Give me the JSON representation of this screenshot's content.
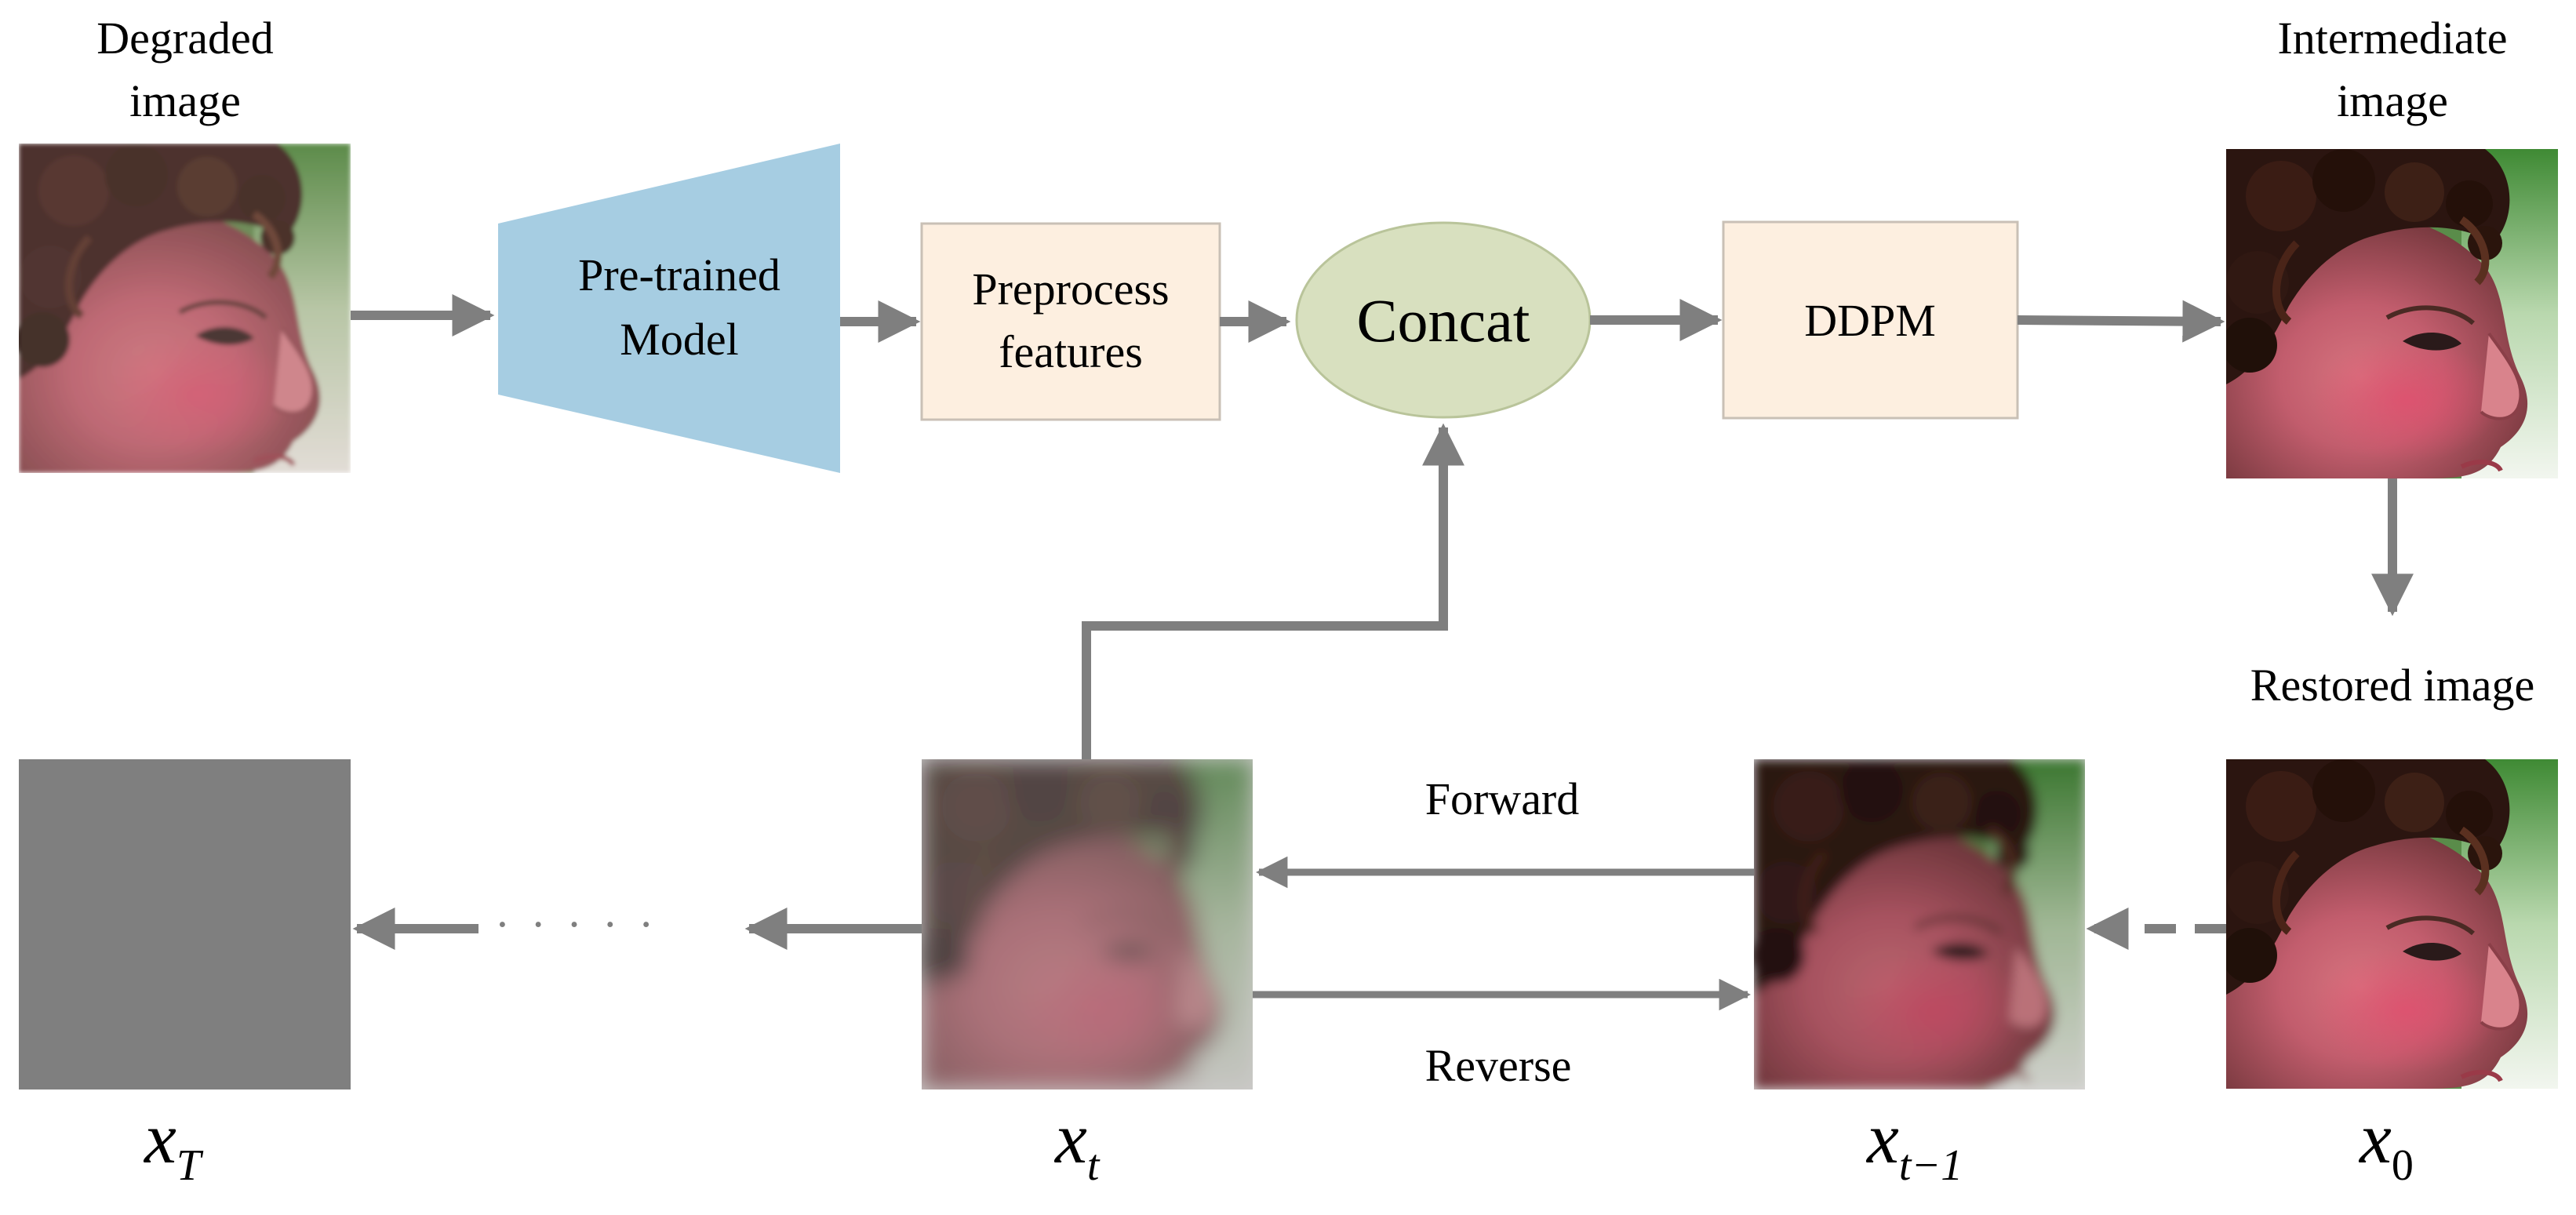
{
  "labels": {
    "degraded_line1": "Degraded",
    "degraded_line2": "image",
    "intermediate_line1": "Intermediate",
    "intermediate_line2": "image",
    "restored": "Restored image",
    "model_line1": "Pre-trained",
    "model_line2": "Model",
    "preprocess_line1": "Preprocess",
    "preprocess_line2": "features",
    "concat": "Concat",
    "ddpm": "DDPM",
    "forward": "Forward",
    "reverse": "Reverse",
    "ellipsis": "· · · · ·"
  },
  "variables": {
    "xT": {
      "base": "x",
      "sub": "T"
    },
    "xt": {
      "base": "x",
      "sub": "t"
    },
    "xt1": {
      "base": "x",
      "sub": "t−1"
    },
    "x0": {
      "base": "x",
      "sub": "0"
    }
  },
  "colors": {
    "arrow": "#7f7f7f",
    "model_fill": "#a6cde2",
    "box_fill": "#fdefe0",
    "box_stroke": "#c9c0b6",
    "concat_fill": "#d8e0bf",
    "concat_stroke": "#b9c49a",
    "noise_fill": "#7f7f7f"
  }
}
